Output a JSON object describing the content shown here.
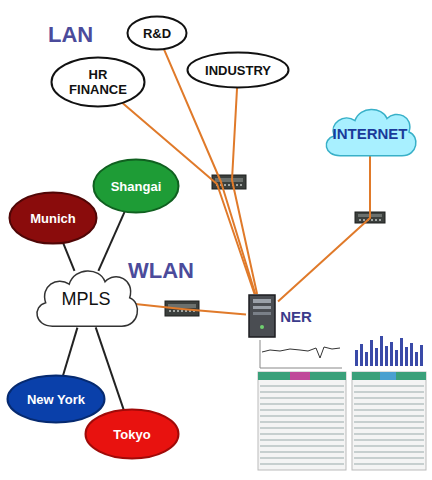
{
  "diagram": {
    "nodes": [
      {
        "text": [
          "R&D"
        ]
      },
      {
        "text": [
          "HR FINANCE"
        ]
      },
      {
        "text": [
          "INDUSTRY"
        ]
      },
      {
        "text": [
          "INTERNET"
        ]
      },
      {
        "text": [
          "Shangai"
        ]
      },
      {
        "text": [
          "Munich"
        ]
      },
      {
        "text": [
          "MPLS"
        ]
      },
      {
        "text": [
          "NER"
        ]
      },
      {
        "text": [
          "New York"
        ]
      },
      {
        "text": [
          "Tokyo"
        ]
      }
    ],
    "edges": [
      {
        "from": 0,
        "to": 7,
        "arrow": "none"
      },
      {
        "from": 1,
        "to": 7,
        "arrow": "none"
      },
      {
        "from": 2,
        "to": 7,
        "arrow": "none"
      },
      {
        "from": 3,
        "to": 7,
        "arrow": "none"
      },
      {
        "from": 6,
        "to": 7,
        "arrow": "none"
      },
      {
        "from": 6,
        "to": 4,
        "arrow": "none"
      },
      {
        "from": 6,
        "to": 5,
        "arrow": "none"
      },
      {
        "from": 6,
        "to": 8,
        "arrow": "none"
      },
      {
        "from": 6,
        "to": 9,
        "arrow": "none"
      }
    ],
    "labels": [
      "LAN",
      "WLAN"
    ]
  }
}
